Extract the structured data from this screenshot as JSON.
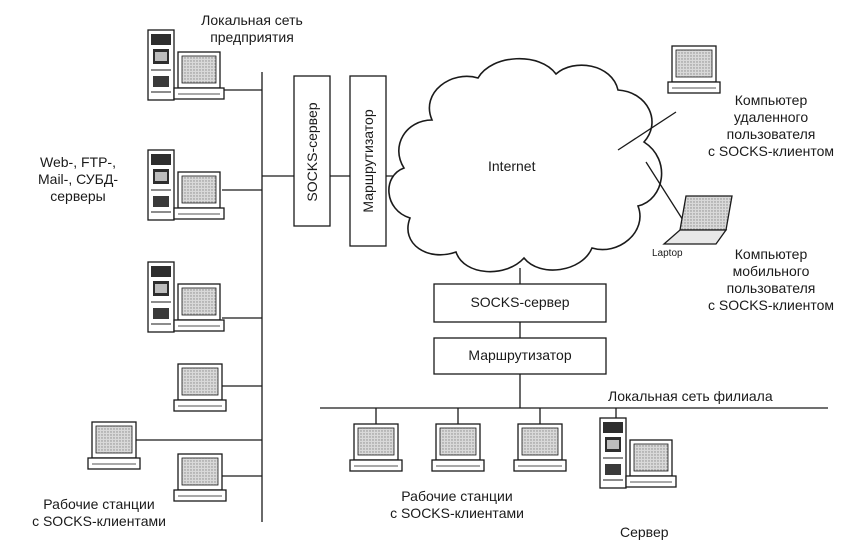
{
  "headquarters": {
    "lan_label": [
      "Локальная сеть",
      "предприятия"
    ],
    "servers_label": [
      "Web-, FTP-,",
      "Mail-, СУБД-",
      "серверы"
    ],
    "workstations_label": [
      "Рабочие станции",
      "с SOCKS-клиентами"
    ],
    "socks_server": "SOCKS-сервер",
    "router": "Маршрутизатор"
  },
  "internet": {
    "label": "Internet"
  },
  "remote_user": {
    "label": [
      "Компьютер",
      "удаленного",
      "пользователя",
      "с SOCKS-клиентом"
    ]
  },
  "mobile_user": {
    "device_label": "Laptop",
    "label": [
      "Компьютер",
      "мобильного",
      "пользователя",
      "с SOCKS-клиентом"
    ]
  },
  "branch": {
    "socks_server": "SOCKS-сервер",
    "router": "Маршрутизатор",
    "lan_label": "Локальная сеть филиала",
    "workstations_label": [
      "Рабочие станции",
      "с SOCKS-клиентами"
    ],
    "server_label": "Сервер"
  }
}
